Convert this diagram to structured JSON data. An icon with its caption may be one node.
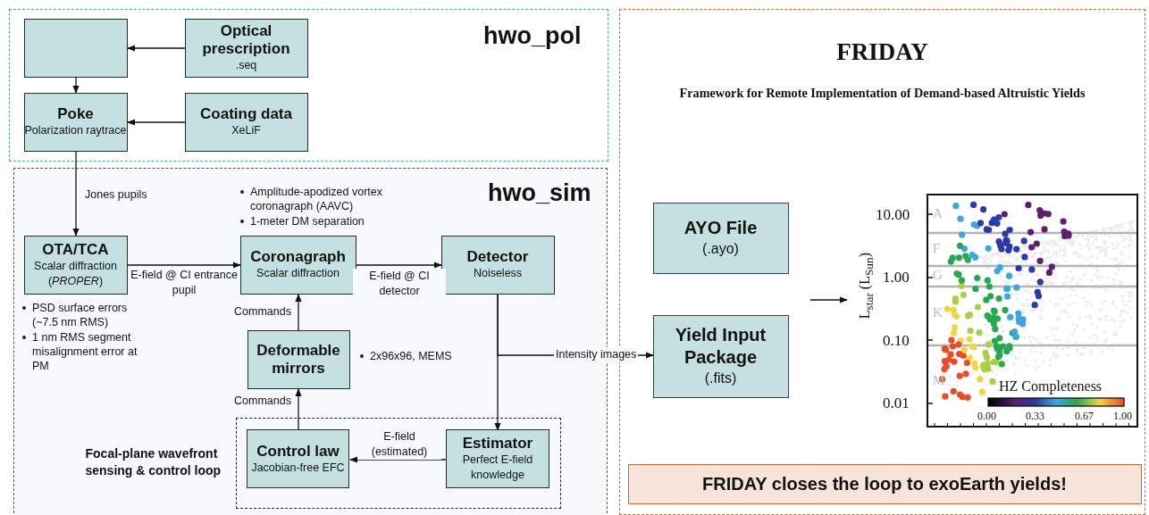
{
  "diagram": {
    "nodes": [
      {
        "text": [
          "hwo_pol"
        ]
      },
      {
        "text": [],
        "shape": "box",
        "in": 0
      },
      {
        "text": [
          "Optical prescription",
          ".seq"
        ],
        "in": 0
      },
      {
        "text": [
          "Poke",
          "Polarization raytrace"
        ],
        "in": 0
      },
      {
        "text": [
          "Coating data",
          "XeLiF"
        ],
        "in": 0
      },
      {
        "text": [
          "hwo_sim"
        ]
      },
      {
        "text": [
          "OTA/TCA",
          "Scalar diffraction",
          "(*PROPER*)"
        ],
        "in": 5,
        "beside": [
          "PSD surface errors (~7.5 nm RMS)",
          "1 nm RMS segment misalignment error at PM"
        ]
      },
      {
        "text": [
          "Coronagraph",
          "Scalar diffraction"
        ],
        "in": 5,
        "beside": [
          "Amplitude-apodized vortex coronagraph (AAVC)",
          "1-meter DM separation"
        ]
      },
      {
        "text": [
          "Detector",
          "Noiseless"
        ],
        "in": 5
      },
      {
        "text": [
          "Deformable mirrors"
        ],
        "in": 5,
        "beside": [
          "2x96x96, MEMS"
        ]
      },
      {
        "text": [
          "Focal-plane wavefront sensing & control loop"
        ],
        "in": 5
      },
      {
        "text": [
          "Control law",
          "Jacobian-free EFC"
        ],
        "in": 10
      },
      {
        "text": [
          "Estimator",
          "Perfect E-field knowledge"
        ],
        "in": 10
      },
      {
        "text": [
          "FRIDAY",
          "Framework for Remote Implementation of Demand-based Altruistic Yields"
        ]
      },
      {
        "text": [
          "FRIDAY closes the loop to exoEarth yields!"
        ],
        "in": 13
      },
      {
        "text": [
          "AYO File",
          "(.ayo)"
        ],
        "in": 13
      },
      {
        "text": [
          "Yield Input Package",
          "(.fits)"
        ],
        "in": 13
      },
      {
        "text": [],
        "shape": "picture",
        "in": 13
      }
    ],
    "edges": [
      {
        "from": 2,
        "to": 1,
        "arrow": "to"
      },
      {
        "from": 1,
        "to": 3,
        "arrow": "to"
      },
      {
        "from": 4,
        "to": 3,
        "arrow": "to"
      },
      {
        "from": 3,
        "to": 6,
        "arrow": "to",
        "label": "Jones pupils"
      },
      {
        "from": 6,
        "to": 7,
        "arrow": "to",
        "label": "E-field @ CI entrance pupil"
      },
      {
        "from": 7,
        "to": 8,
        "arrow": "to",
        "label": "E-field @ CI detector"
      },
      {
        "from": 9,
        "to": 7,
        "arrow": "to",
        "label": "Commands"
      },
      {
        "from": 11,
        "to": 9,
        "arrow": "to",
        "label": "Commands"
      },
      {
        "from": 8,
        "to": 12,
        "arrow": "to"
      },
      {
        "from": 12,
        "to": 11,
        "arrow": "to",
        "label": "E-field (estimated)"
      },
      {
        "from": 8,
        "to": 16,
        "arrow": "to",
        "label": "Intensity images"
      },
      {
        "from": null,
        "to": 17,
        "arrow": "to"
      }
    ],
    "labels": [
      "10.00",
      "1.00",
      "0.10",
      "0.01",
      "A",
      "F",
      "G",
      "K",
      "M",
      "L$_{star}$ (L$_{Sun}$)",
      "HZ Completeness",
      "0.00",
      "0.33",
      "0.67",
      "1.00"
    ]
  }
}
